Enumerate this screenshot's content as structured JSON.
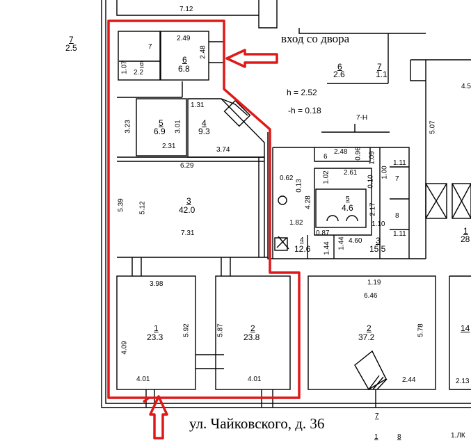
{
  "entrance_label": "вход со двора",
  "street_label": "ул. Чайковского, д. 36",
  "height_note": "h = 2.52",
  "depth_note": "-h = 0.18",
  "stair_label": "7-Н",
  "route_color": "#e01818",
  "rooms": {
    "r1": {
      "num": "1",
      "area": "23.3"
    },
    "r2": {
      "num": "2",
      "area": "23.8"
    },
    "r3": {
      "num": "3",
      "area": "42.0"
    },
    "r4": {
      "num": "4",
      "area": "9.3"
    },
    "r5": {
      "num": "5",
      "area": "6.9"
    },
    "r6": {
      "num": "6",
      "area": "6.8"
    },
    "r6b": {
      "num": "6",
      "area": "2.2"
    },
    "r7": {
      "num": "7"
    },
    "rb2": {
      "num": "2",
      "area": "37.2"
    },
    "rb3": {
      "num": "3",
      "area": "15.5"
    },
    "rb4": {
      "num": "4",
      "area": "12.6"
    },
    "rb5": {
      "num": "5",
      "area": "4.6"
    },
    "rb6": {
      "num": "6"
    },
    "rb7": {
      "num": "7"
    },
    "rb8": {
      "num": "8"
    },
    "y6": {
      "num": "6",
      "area": "2.6"
    },
    "y7": {
      "num": "7",
      "area": "1.1"
    },
    "tl": {
      "num": "7",
      "area": "2.5"
    },
    "e1": {
      "num": "1",
      "area": "28"
    },
    "e14": {
      "num": "14"
    }
  },
  "dims": {
    "top712": "7.12",
    "d249": "2.49",
    "d248a": "2.48",
    "d107": "1.07",
    "d131": "1.31",
    "d323": "3.23",
    "d301": "3.01",
    "d231": "2.31",
    "d374": "3.74",
    "d629": "6.29",
    "d539": "5.39",
    "d512": "5.12",
    "d731": "7.31",
    "d398": "3.98",
    "d592": "5.92",
    "d409": "4.09",
    "d401a": "4.01",
    "d587": "5.87",
    "d401b": "4.01",
    "d248b": "2.48",
    "d096": "0.96",
    "d109": "1.09",
    "d111a": "1.11",
    "d062": "0.62",
    "d013": "0.13",
    "d102": "1.02",
    "d261": "2.61",
    "d010": "0.10",
    "d100": "1.00",
    "d428": "4.28",
    "d217": "2.17",
    "d182": "1.82",
    "d110": "1.10",
    "d087": "0.87",
    "d144a": "1.44",
    "d144b": "1.44",
    "d460": "4.60",
    "d111b": "1.11",
    "d119": "1.19",
    "d646": "6.46",
    "d578": "5.78",
    "d244": "2.44",
    "d213": "2.13",
    "d507": "5.07",
    "d45": "4.5",
    "d1k": "1.ЛК",
    "bot7": "7",
    "bot1": "1",
    "bot8": "8"
  }
}
